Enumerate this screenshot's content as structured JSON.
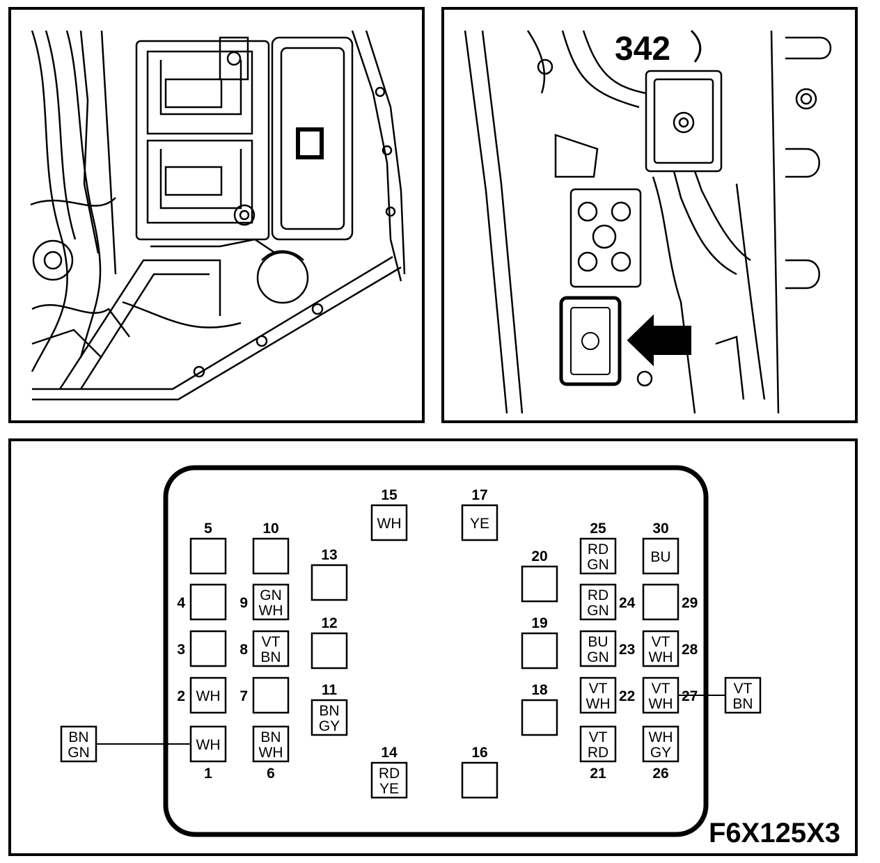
{
  "callout_number": "342",
  "figure_id": "F6X125X3",
  "colors": {
    "line": "#000000",
    "background": "#ffffff"
  },
  "pins": [
    {
      "num": "1",
      "wire": [
        "WH"
      ]
    },
    {
      "num": "2",
      "wire": [
        "WH"
      ]
    },
    {
      "num": "3",
      "wire": []
    },
    {
      "num": "4",
      "wire": []
    },
    {
      "num": "5",
      "wire": []
    },
    {
      "num": "6",
      "wire": [
        "BN",
        "WH"
      ]
    },
    {
      "num": "7",
      "wire": []
    },
    {
      "num": "8",
      "wire": [
        "VT",
        "BN"
      ]
    },
    {
      "num": "9",
      "wire": [
        "GN",
        "WH"
      ]
    },
    {
      "num": "10",
      "wire": []
    },
    {
      "num": "11",
      "wire": [
        "BN",
        "GY"
      ]
    },
    {
      "num": "12",
      "wire": []
    },
    {
      "num": "13",
      "wire": []
    },
    {
      "num": "14",
      "wire": [
        "RD",
        "YE"
      ]
    },
    {
      "num": "15",
      "wire": [
        "WH"
      ]
    },
    {
      "num": "16",
      "wire": []
    },
    {
      "num": "17",
      "wire": [
        "YE"
      ]
    },
    {
      "num": "18",
      "wire": []
    },
    {
      "num": "19",
      "wire": []
    },
    {
      "num": "20",
      "wire": []
    },
    {
      "num": "21",
      "wire": [
        "VT",
        "RD"
      ]
    },
    {
      "num": "22",
      "wire": [
        "VT",
        "WH"
      ]
    },
    {
      "num": "23",
      "wire": [
        "BU",
        "GN"
      ]
    },
    {
      "num": "24",
      "wire": [
        "RD",
        "GN"
      ]
    },
    {
      "num": "25",
      "wire": [
        "RD",
        "GN"
      ]
    },
    {
      "num": "26",
      "wire": [
        "WH",
        "GY"
      ]
    },
    {
      "num": "27",
      "wire": [
        "VT",
        "WH"
      ]
    },
    {
      "num": "28",
      "wire": [
        "VT",
        "WH"
      ]
    },
    {
      "num": "29",
      "wire": []
    },
    {
      "num": "30",
      "wire": [
        "BU"
      ]
    }
  ],
  "external_wires": [
    {
      "pin": "1",
      "wire": [
        "BN",
        "GN"
      ]
    },
    {
      "pin": "27",
      "wire": [
        "VT",
        "BN"
      ]
    }
  ]
}
